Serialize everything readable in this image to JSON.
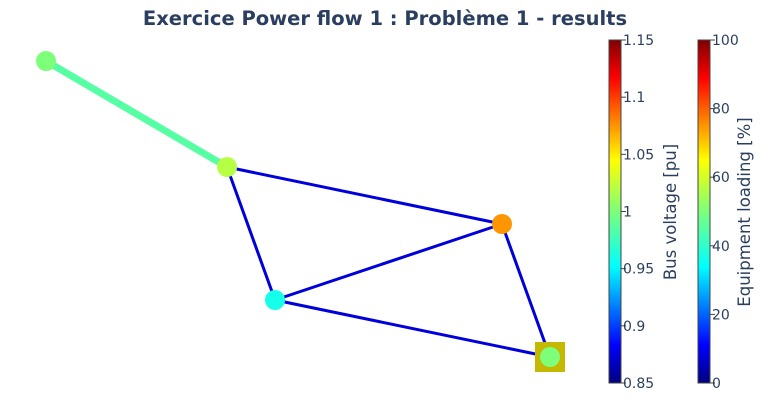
{
  "title": "Exercice Power flow 1 : Problème 1 - results",
  "colors": {
    "title_text": "#2a3f5f",
    "ext_grid_marker": "#c4b800"
  },
  "network": {
    "buses": [
      {
        "id": "bus-1",
        "voltage_pu": 1.0
      },
      {
        "id": "bus-2",
        "voltage_pu": 1.02
      },
      {
        "id": "bus-3",
        "voltage_pu": 1.075
      },
      {
        "id": "bus-4",
        "voltage_pu": 0.96
      },
      {
        "id": "bus-5",
        "voltage_pu": 1.0,
        "ext_grid": true
      }
    ],
    "lines": [
      {
        "id": "line-1-2",
        "from": "bus-1",
        "to": "bus-2",
        "loading_pct": 45
      },
      {
        "id": "line-2-3",
        "from": "bus-2",
        "to": "bus-3",
        "loading_pct": 8
      },
      {
        "id": "line-2-4",
        "from": "bus-2",
        "to": "bus-4",
        "loading_pct": 8
      },
      {
        "id": "line-4-3",
        "from": "bus-4",
        "to": "bus-3",
        "loading_pct": 8
      },
      {
        "id": "line-4-5",
        "from": "bus-4",
        "to": "bus-5",
        "loading_pct": 8
      },
      {
        "id": "line-3-5",
        "from": "bus-3",
        "to": "bus-5",
        "loading_pct": 8
      }
    ]
  },
  "colorbars": {
    "voltage": {
      "title": "Bus voltage [pu]",
      "min": 0.85,
      "max": 1.15,
      "ticks": [
        "0.85",
        "0.9",
        "0.95",
        "1",
        "1.05",
        "1.1",
        "1.15"
      ]
    },
    "loading": {
      "title": "Equipment loading [%]",
      "min": 0,
      "max": 100,
      "ticks": [
        "0",
        "20",
        "40",
        "60",
        "80",
        "100"
      ]
    }
  }
}
